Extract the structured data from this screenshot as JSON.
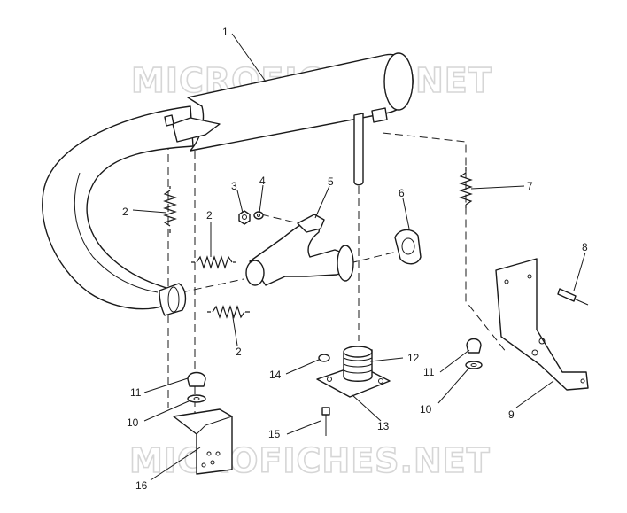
{
  "watermark": {
    "text": "MICROFICHES.NET"
  },
  "callouts": {
    "c1": "1",
    "c2a": "2",
    "c2b": "2",
    "c2c": "2",
    "c3": "3",
    "c4": "4",
    "c5": "5",
    "c6": "6",
    "c7": "7",
    "c8": "8",
    "c9": "9",
    "c10a": "10",
    "c10b": "10",
    "c11a": "11",
    "c11b": "11",
    "c12": "12",
    "c13": "13",
    "c14": "14",
    "c15": "15",
    "c16": "16"
  },
  "colors": {
    "line": "#1a1a1a",
    "watermark": "#d6d6d6",
    "background": "#ffffff"
  }
}
